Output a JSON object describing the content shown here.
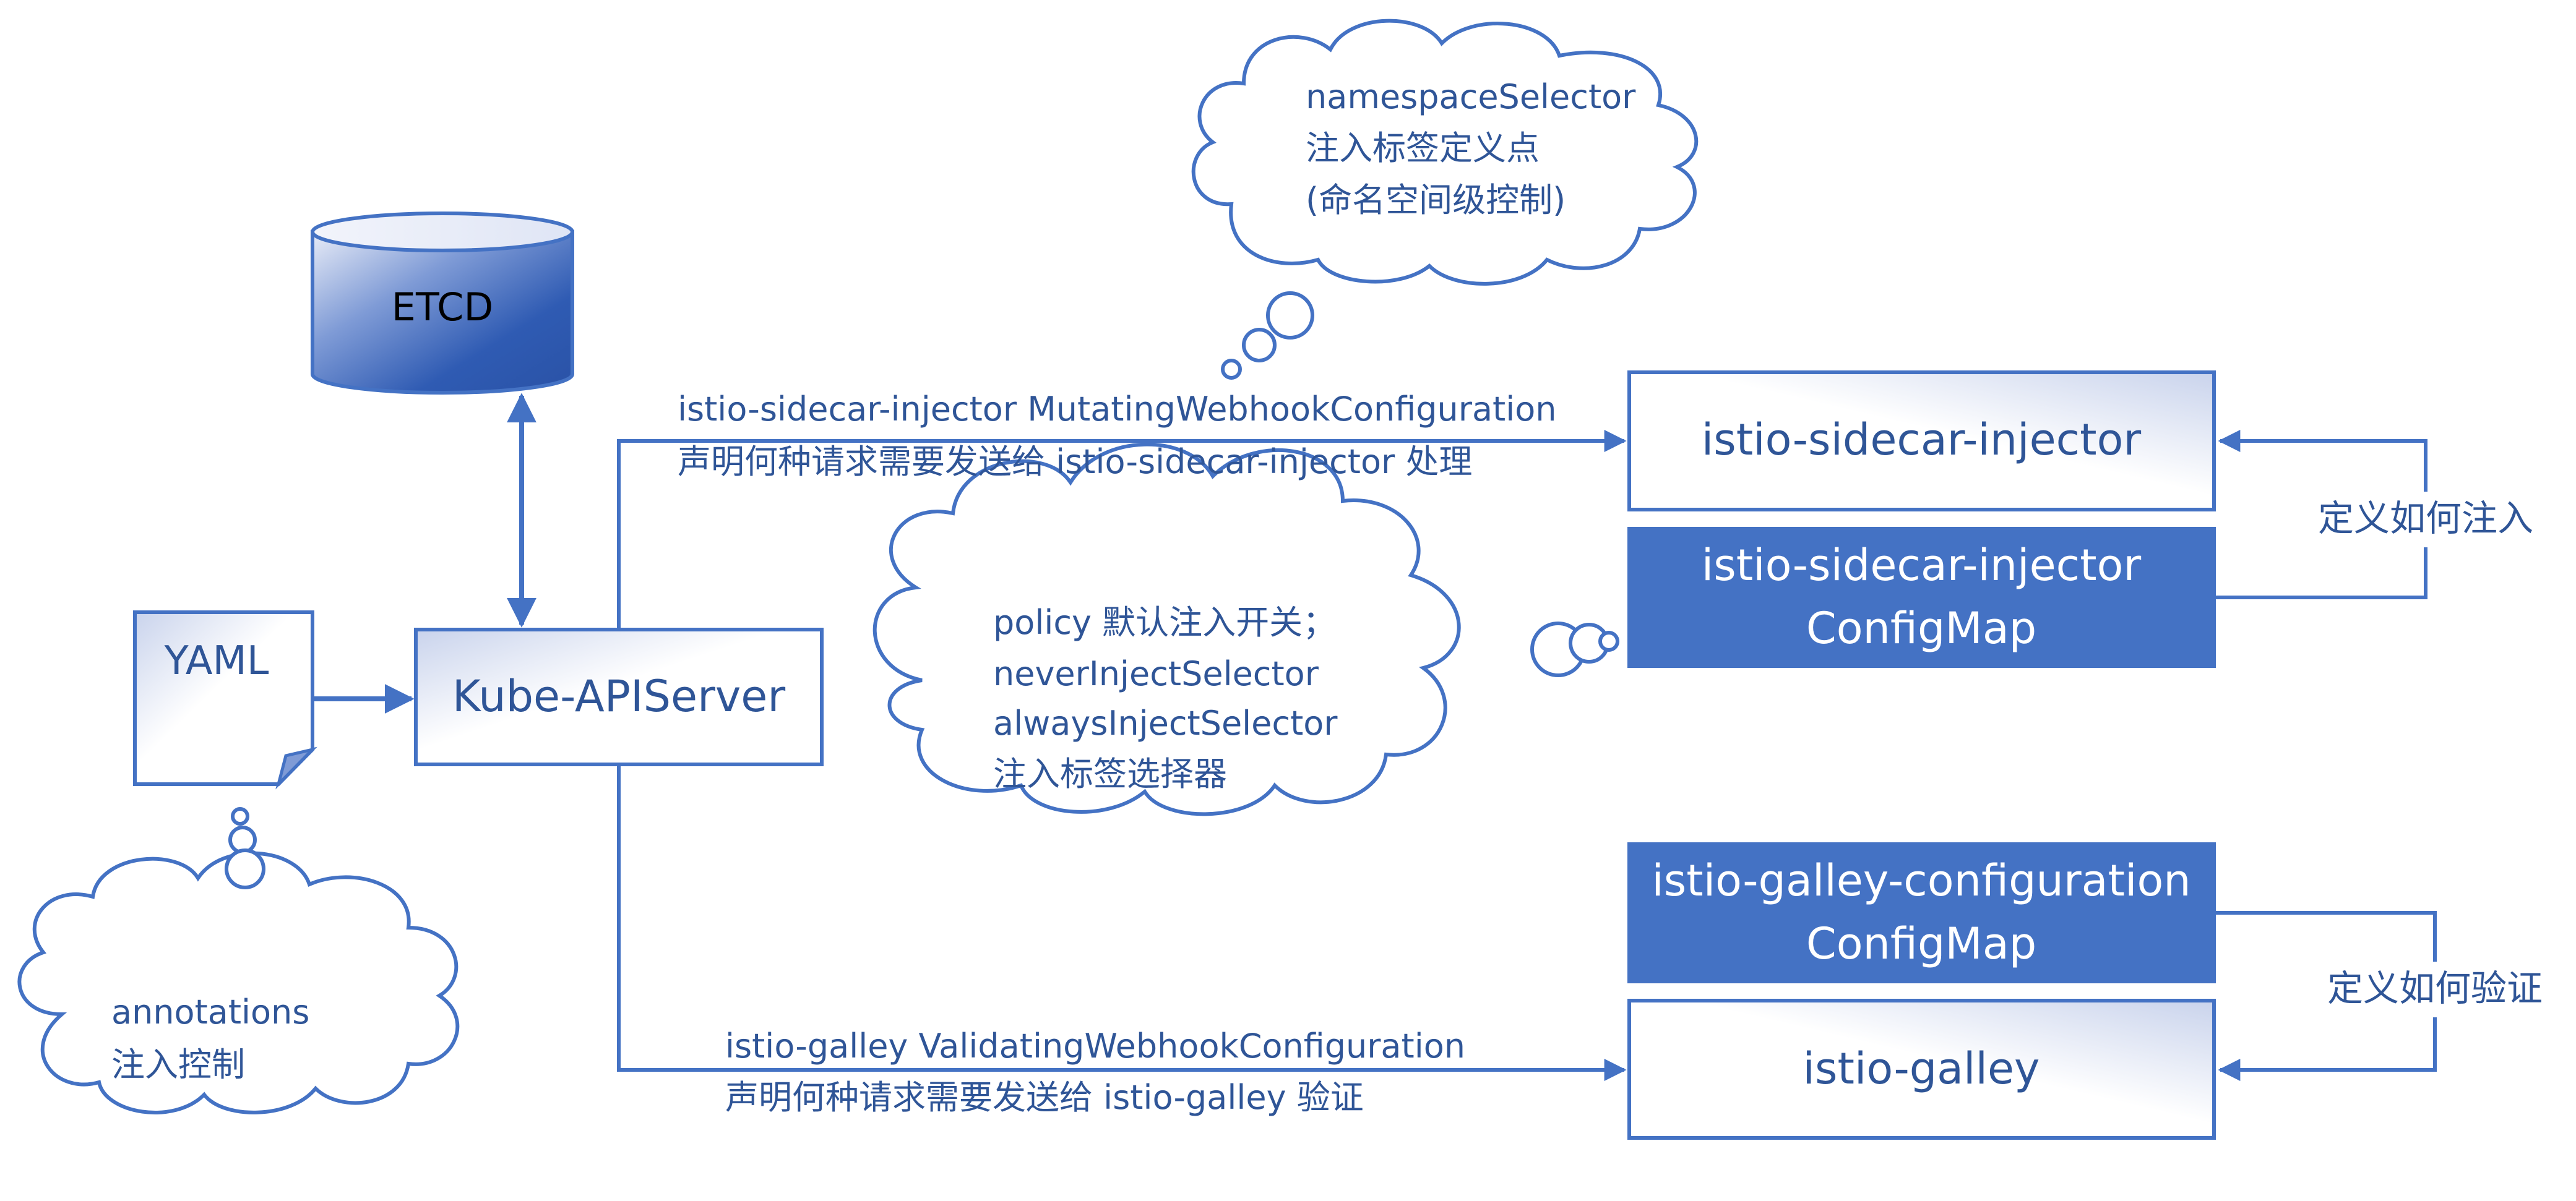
{
  "colors": {
    "stroke": "#4472C4",
    "fill_dark": "#4472C4",
    "text_blue": "#2F5597",
    "text_dark": "#000000",
    "white": "#FFFFFF"
  },
  "nodes": {
    "etcd": "ETCD",
    "yaml": "YAML",
    "apiserver": "Kube-APIServer",
    "sidecar_injector": "istio-sidecar-injector",
    "sidecar_configmap_line1": "istio-sidecar-injector",
    "sidecar_configmap_line2": "ConfigMap",
    "galley_configmap_line1": "istio-galley-configuration",
    "galley_configmap_line2": "ConfigMap",
    "galley": "istio-galley"
  },
  "clouds": {
    "namespace_line1": "namespaceSelector",
    "namespace_line2": "注入标签定义点",
    "namespace_line3": "(命名空间级控制)",
    "policy_line1": "policy 默认注入开关；",
    "policy_line2": "neverInjectSelector",
    "policy_line3": "alwaysInjectSelector",
    "policy_line4": "注入标签选择器",
    "annotations_line1": "annotations",
    "annotations_line2": "注入控制"
  },
  "edges": {
    "mutating_line1": "istio-sidecar-injector MutatingWebhookConfiguration",
    "mutating_line2": "声明何种请求需要发送给 istio-sidecar-injector 处理",
    "validating_line1": "istio-galley ValidatingWebhookConfiguration",
    "validating_line2": "声明何种请求需要发送给 istio-galley 验证",
    "define_inject": "定义如何注入",
    "define_validate": "定义如何验证"
  }
}
